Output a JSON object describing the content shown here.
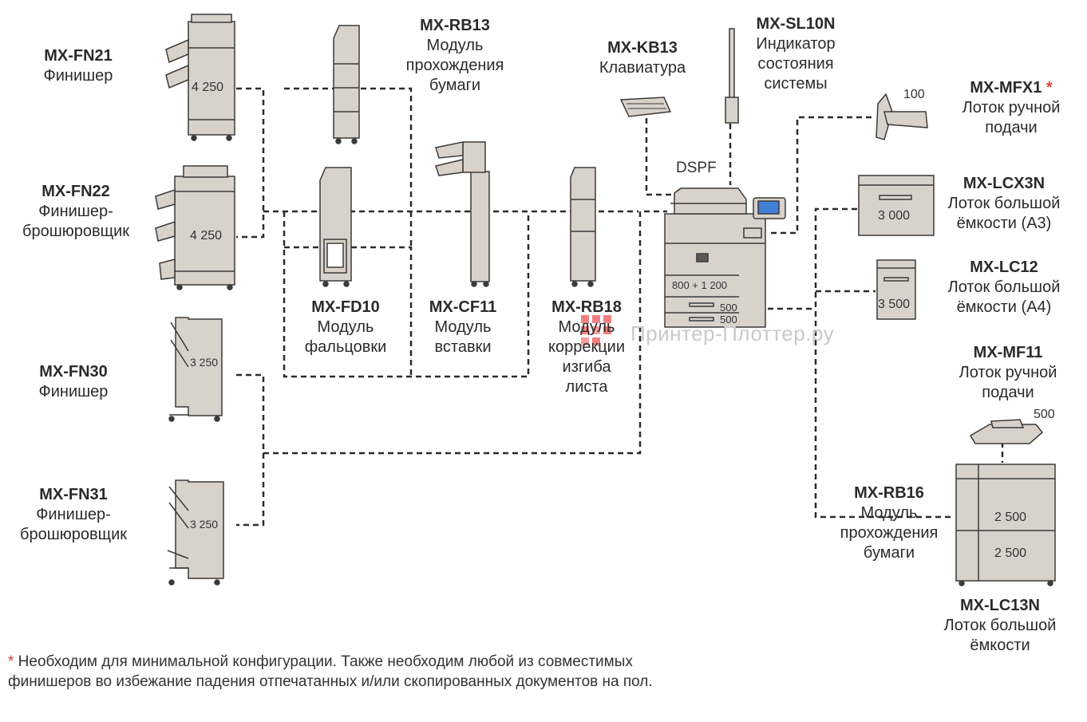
{
  "labels": {
    "fn21": {
      "model": "MX-FN21",
      "lines": [
        "Финишер"
      ]
    },
    "fn22": {
      "model": "MX-FN22",
      "lines": [
        "Финишер-",
        "брошюровщик"
      ]
    },
    "fn30": {
      "model": "MX-FN30",
      "lines": [
        "Финишер"
      ]
    },
    "fn31": {
      "model": "MX-FN31",
      "lines": [
        "Финишер-",
        "брошюровщик"
      ]
    },
    "rb13": {
      "model": "MX-RB13",
      "lines": [
        "Модуль",
        "прохождения",
        "бумаги"
      ]
    },
    "fd10": {
      "model": "MX-FD10",
      "lines": [
        "Модуль",
        "фальцовки"
      ]
    },
    "cf11": {
      "model": "MX-CF11",
      "lines": [
        "Модуль",
        "вставки"
      ]
    },
    "rb18": {
      "model": "MX-RB18",
      "lines": [
        "Модуль",
        "коррекции",
        "изгиба",
        "листа"
      ]
    },
    "kb13": {
      "model": "MX-KB13",
      "lines": [
        "Клавиатура"
      ]
    },
    "sl10n": {
      "model": "MX-SL10N",
      "lines": [
        "Индикатор",
        "состояния",
        "системы"
      ]
    },
    "mfx1": {
      "model": "MX-MFX1",
      "star": "*",
      "lines": [
        "Лоток ручной",
        "подачи"
      ]
    },
    "lcx3n": {
      "model": "MX-LCX3N",
      "lines": [
        "Лоток большой",
        "ёмкости (А3)"
      ]
    },
    "lc12": {
      "model": "MX-LC12",
      "lines": [
        "Лоток большой",
        "ёмкости (А4)"
      ]
    },
    "mf11": {
      "model": "MX-MF11",
      "lines": [
        "Лоток ручной",
        "подачи"
      ]
    },
    "rb16": {
      "model": "MX-RB16",
      "lines": [
        "Модуль",
        "прохождения",
        "бумаги"
      ]
    },
    "lc13n": {
      "model": "MX-LC13N",
      "lines": [
        "Лоток большой",
        "ёмкости"
      ]
    }
  },
  "captions": {
    "fn21_cap": "4 250",
    "fn22_cap": "4 250",
    "fn30_cap": "3 250",
    "fn31_cap": "3 250",
    "dspf": "DSPF",
    "mfx1_cap": "100",
    "lcx3n_cap": "3 000",
    "lc12_cap": "3 500",
    "mf11_cap": "500",
    "lc13n_cap1": "2 500",
    "lc13n_cap2": "2 500",
    "main_trays": "800 + 1 200",
    "tray_a": "500",
    "tray_b": "500"
  },
  "note": {
    "star": "*",
    "text": " Необходим для минимальной конфигурации. Также необходим любой из совместимых финишеров во избежание падения отпечатанных и/или скопированных документов на пол."
  },
  "watermark": "Принтер-Плоттер.ру",
  "colors": {
    "device_fill": "#d8d2cb",
    "device_stroke": "#3a3a3a",
    "line": "#2b2b2b",
    "accent": "#e03c3c",
    "screen": "#3f7fd6"
  }
}
